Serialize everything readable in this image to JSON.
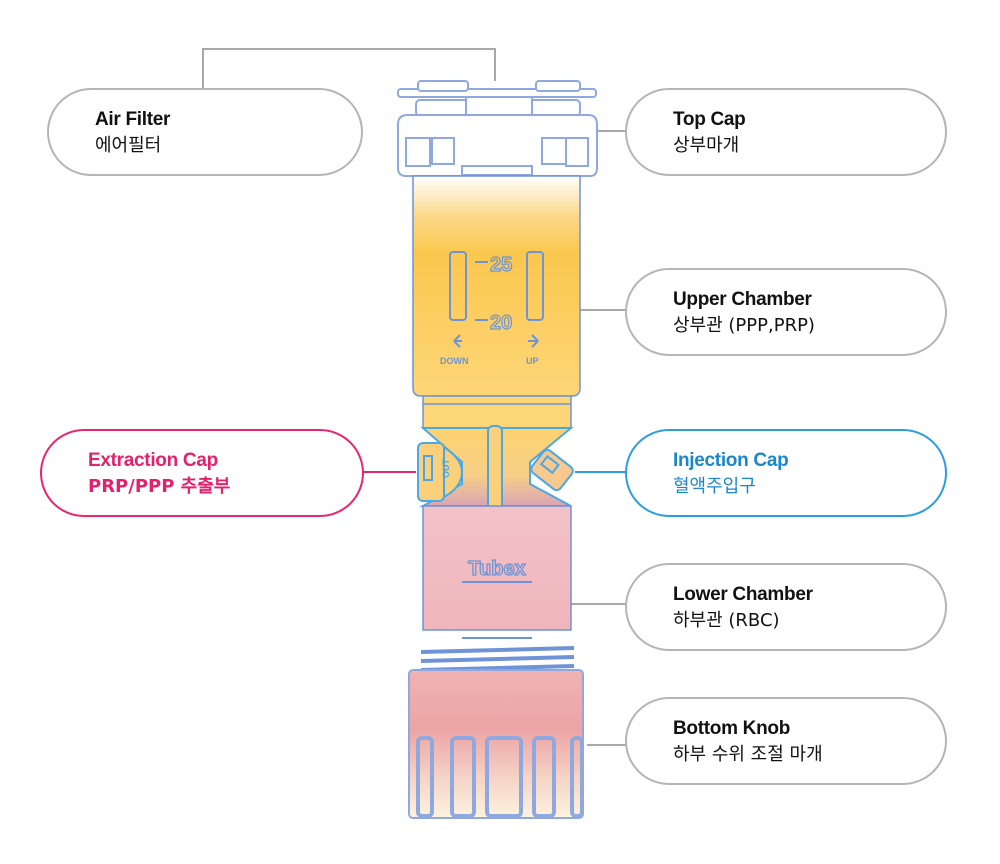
{
  "labels": {
    "air_filter": {
      "en": "Air Filter",
      "ko": "에어필터"
    },
    "top_cap": {
      "en": "Top Cap",
      "ko": "상부마개"
    },
    "upper_chamber": {
      "en": "Upper Chamber",
      "ko": "상부관 (PPP,PRP)"
    },
    "extraction_cap": {
      "en": "Extraction Cap",
      "ko": "PRP/PPP 추출부"
    },
    "injection_cap": {
      "en": "Injection Cap",
      "ko": "혈액주입구"
    },
    "lower_chamber": {
      "en": "Lower Chamber",
      "ko": "하부관 (RBC)"
    },
    "bottom_knob": {
      "en": "Bottom Knob",
      "ko": "하부 수위 조절 마개"
    }
  },
  "device": {
    "scale_marks": [
      "25",
      "20"
    ],
    "direction_left": "DOWN",
    "direction_right": "UP",
    "out_label": "OUT",
    "brand": "Tubex"
  },
  "colors": {
    "outline": "#6e93d6",
    "upper_fill": "#fbc84e",
    "lower_fill": "#f3c2c8",
    "knob_fill": "#eda9a9",
    "extraction_accent": "#e5206c",
    "injection_accent": "#1a86cc",
    "connector_gray": "#a8a8a8"
  }
}
